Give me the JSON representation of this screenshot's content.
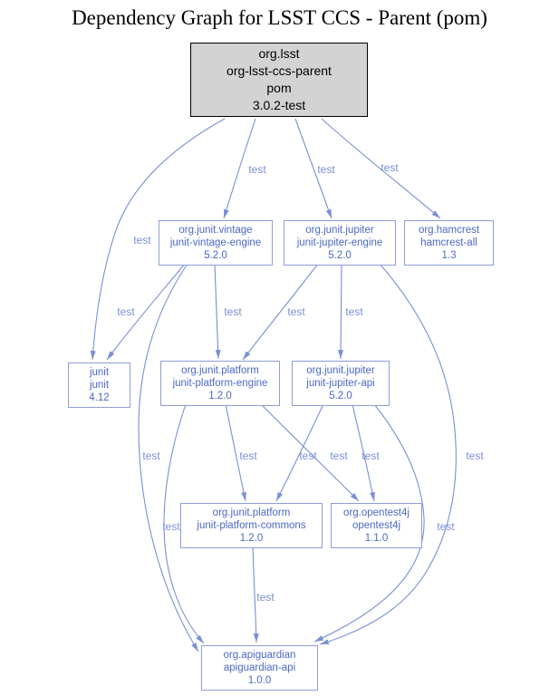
{
  "title": "Dependency Graph for LSST CCS - Parent (pom)",
  "colors": {
    "edge": "#7a8fd6",
    "edge_label": "#7a8fd6",
    "node_border": "#8d9ed8",
    "node_text": "#4c68c4",
    "node_background": "#ffffff",
    "root_background": "#d3d3d3",
    "root_border": "#000000",
    "root_text": "#000000",
    "page_background": "#ffffff"
  },
  "nodes": {
    "root": {
      "group": "org.lsst",
      "artifact": "org-lsst-ccs-parent",
      "packaging": "pom",
      "version": "3.0.2-test"
    },
    "junit_vintage_engine": {
      "group": "org.junit.vintage",
      "artifact": "junit-vintage-engine",
      "version": "5.2.0"
    },
    "junit_jupiter_engine": {
      "group": "org.junit.jupiter",
      "artifact": "junit-jupiter-engine",
      "version": "5.2.0"
    },
    "hamcrest_all": {
      "group": "org.hamcrest",
      "artifact": "hamcrest-all",
      "version": "1.3"
    },
    "junit": {
      "group": "junit",
      "artifact": "junit",
      "version": "4.12"
    },
    "junit_platform_engine": {
      "group": "org.junit.platform",
      "artifact": "junit-platform-engine",
      "version": "1.2.0"
    },
    "junit_jupiter_api": {
      "group": "org.junit.jupiter",
      "artifact": "junit-jupiter-api",
      "version": "5.2.0"
    },
    "junit_platform_commons": {
      "group": "org.junit.platform",
      "artifact": "junit-platform-commons",
      "version": "1.2.0"
    },
    "opentest4j": {
      "group": "org.opentest4j",
      "artifact": "opentest4j",
      "version": "1.1.0"
    },
    "apiguardian_api": {
      "group": "org.apiguardian",
      "artifact": "apiguardian-api",
      "version": "1.0.0"
    }
  },
  "edges": [
    {
      "from": "org-lsst-ccs-parent",
      "to": "junit-vintage-engine",
      "scope": "test"
    },
    {
      "from": "org-lsst-ccs-parent",
      "to": "junit-jupiter-engine",
      "scope": "test"
    },
    {
      "from": "org-lsst-ccs-parent",
      "to": "hamcrest-all",
      "scope": "test"
    },
    {
      "from": "org-lsst-ccs-parent",
      "to": "junit",
      "scope": "test"
    },
    {
      "from": "junit-vintage-engine",
      "to": "junit",
      "scope": "test"
    },
    {
      "from": "junit-vintage-engine",
      "to": "junit-platform-engine",
      "scope": "test"
    },
    {
      "from": "junit-vintage-engine",
      "to": "apiguardian-api",
      "scope": "test"
    },
    {
      "from": "junit-jupiter-engine",
      "to": "junit-platform-engine",
      "scope": "test"
    },
    {
      "from": "junit-jupiter-engine",
      "to": "junit-jupiter-api",
      "scope": "test"
    },
    {
      "from": "junit-jupiter-engine",
      "to": "apiguardian-api",
      "scope": "test"
    },
    {
      "from": "junit-platform-engine",
      "to": "junit-platform-commons",
      "scope": "test"
    },
    {
      "from": "junit-platform-engine",
      "to": "opentest4j",
      "scope": "test"
    },
    {
      "from": "junit-platform-engine",
      "to": "apiguardian-api",
      "scope": "test"
    },
    {
      "from": "junit-jupiter-api",
      "to": "junit-platform-commons",
      "scope": "test"
    },
    {
      "from": "junit-jupiter-api",
      "to": "opentest4j",
      "scope": "test"
    },
    {
      "from": "junit-jupiter-api",
      "to": "apiguardian-api",
      "scope": "test"
    },
    {
      "from": "junit-platform-commons",
      "to": "apiguardian-api",
      "scope": "test"
    }
  ]
}
